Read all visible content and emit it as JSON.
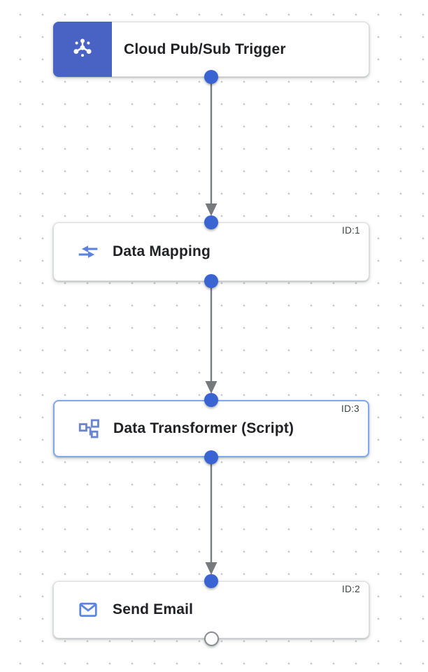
{
  "workflow": {
    "nodes": [
      {
        "label": "Cloud Pub/Sub Trigger",
        "id_badge": "",
        "type": "trigger",
        "icon": "pubsub-icon"
      },
      {
        "label": "Data Mapping",
        "id_badge": "ID:1",
        "type": "task",
        "icon": "data-mapping-icon",
        "selected": false
      },
      {
        "label": "Data Transformer (Script)",
        "id_badge": "ID:3",
        "type": "task",
        "icon": "data-transformer-icon",
        "selected": true
      },
      {
        "label": "Send Email",
        "id_badge": "ID:2",
        "type": "task",
        "icon": "email-icon",
        "selected": false
      }
    ],
    "edges": [
      {
        "from": "Cloud Pub/Sub Trigger",
        "to": "Data Mapping"
      },
      {
        "from": "Data Mapping",
        "to": "Data Transformer (Script)"
      },
      {
        "from": "Data Transformer (Script)",
        "to": "Send Email"
      }
    ]
  },
  "colors": {
    "trigger-blue": "#4863c4",
    "port-blue": "#3a64d1",
    "selected-border": "#7faaf0",
    "icon-blue": "#5b83de",
    "transformer-icon-blue": "#6b86cc",
    "edge-gray": "#797c80",
    "title-color": "#202124",
    "badge-color": "#3c4043",
    "card-border": "#dadce0",
    "grid-dot": "#c9c9c9"
  }
}
